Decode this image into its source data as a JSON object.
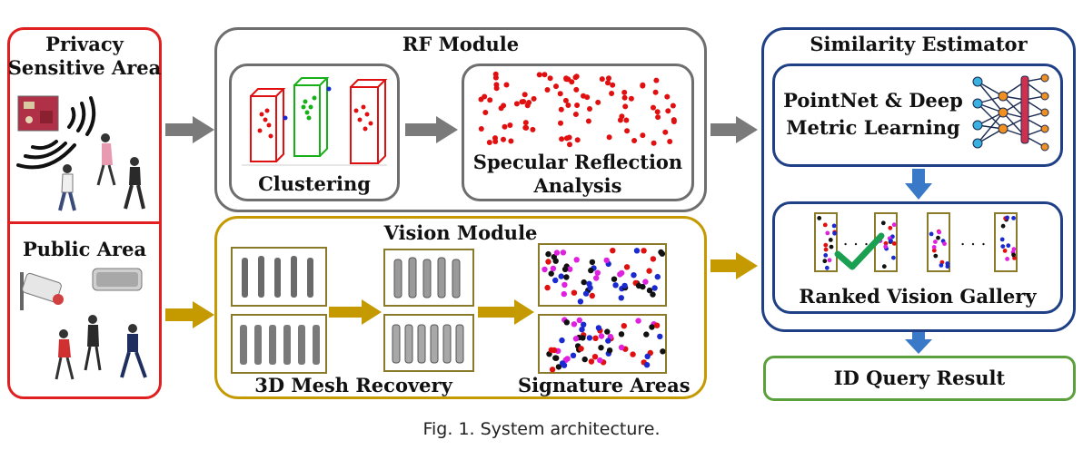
{
  "privacy_area": {
    "title_line1": "Privacy",
    "title_line2": "Sensitive Area"
  },
  "public_area": {
    "title": "Public Area"
  },
  "rf_module": {
    "title": "RF Module",
    "clustering_label": "Clustering",
    "specular_label_line1": "Specular Reflection",
    "specular_label_line2": "Analysis"
  },
  "vision_module": {
    "title": "Vision Module",
    "mesh_label": "3D Mesh Recovery",
    "signature_label": "Signature Areas"
  },
  "similarity_estimator": {
    "title": "Similarity Estimator",
    "pointnet_line1": "PointNet & Deep",
    "pointnet_line2": "Metric Learning",
    "gallery_label": "Ranked Vision Gallery",
    "dots_left": ". . .",
    "dots_right": ". . ."
  },
  "id_query": {
    "label": "ID Query Result"
  },
  "caption": "Fig. 1.  System architecture.",
  "colors": {
    "privacy_border": "#e02020",
    "rf_border": "#6e6e6e",
    "vision_border": "#c49a00",
    "similarity_border": "#1f3f86",
    "result_border": "#5aa03c",
    "gray_arrow": "#7a7a7a",
    "gold_arrow": "#c49a00",
    "blue_arrow": "#3a78c8"
  }
}
